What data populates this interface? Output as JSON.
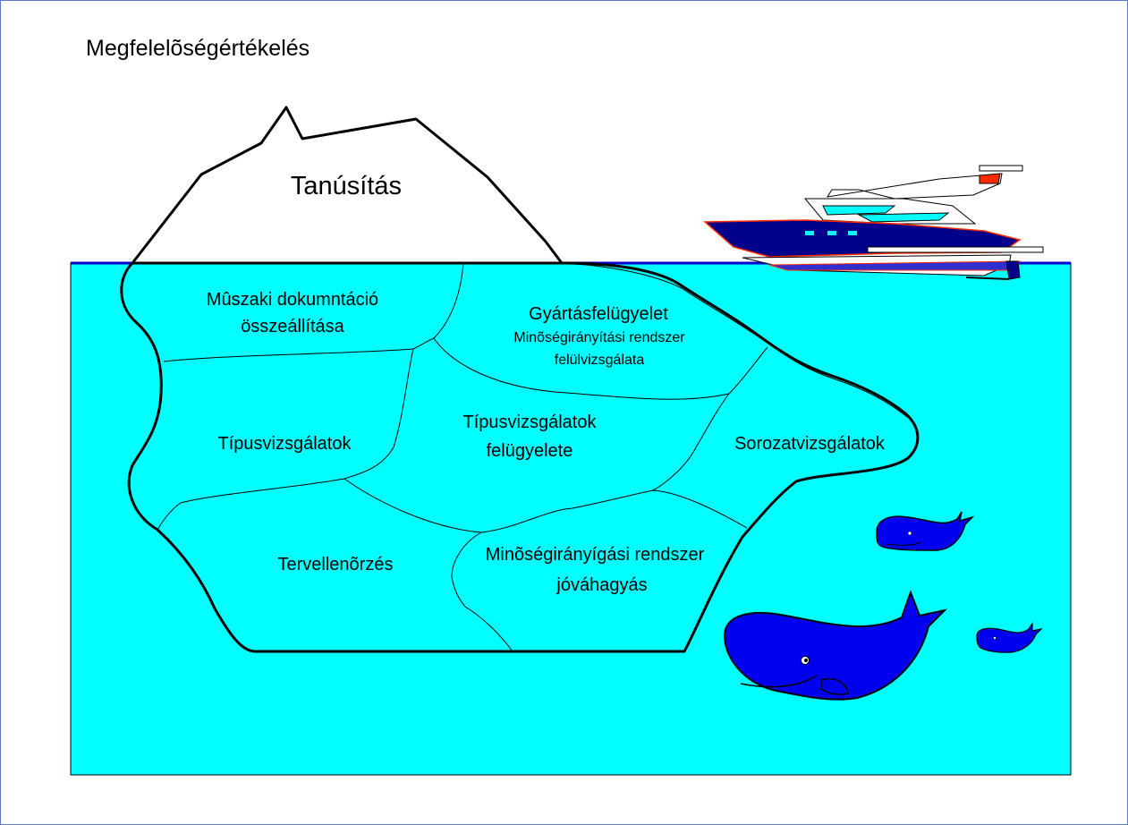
{
  "page": {
    "title": "Megfelelõségértékelés"
  },
  "iceberg": {
    "tip_label": "Tanúsítás",
    "segments": [
      {
        "id": "muszaki",
        "lines": [
          "Mûszaki dokumntáció",
          "összeállítása"
        ]
      },
      {
        "id": "gyartas",
        "lines": [
          "Gyártásfelügyelet"
        ],
        "sublines": [
          "Minõségirányítási rendszer",
          "felülvizsgálata"
        ]
      },
      {
        "id": "tipus",
        "lines": [
          "Típusvizsgálatok"
        ]
      },
      {
        "id": "tipus-felugyelet",
        "lines": [
          "Típusvizsgálatok",
          "felügyelete"
        ]
      },
      {
        "id": "sorozat",
        "lines": [
          "Sorozatvizsgálatok"
        ]
      },
      {
        "id": "terv",
        "lines": [
          "Tervellenõrzés"
        ]
      },
      {
        "id": "minoseg",
        "lines": [
          "Minõségirányígási rendszer",
          "jóváhagyás"
        ]
      }
    ]
  },
  "colors": {
    "water": "#00ffff",
    "waterline": "#0000cc",
    "whale": "#0000ee",
    "ship_hull": "#00008b",
    "ship_accent": "#ff2a00",
    "frame": "#5b7bc4"
  },
  "decorations": {
    "ship": "yacht-icon",
    "whales": [
      "whale-icon",
      "whale-icon",
      "whale-icon"
    ]
  }
}
